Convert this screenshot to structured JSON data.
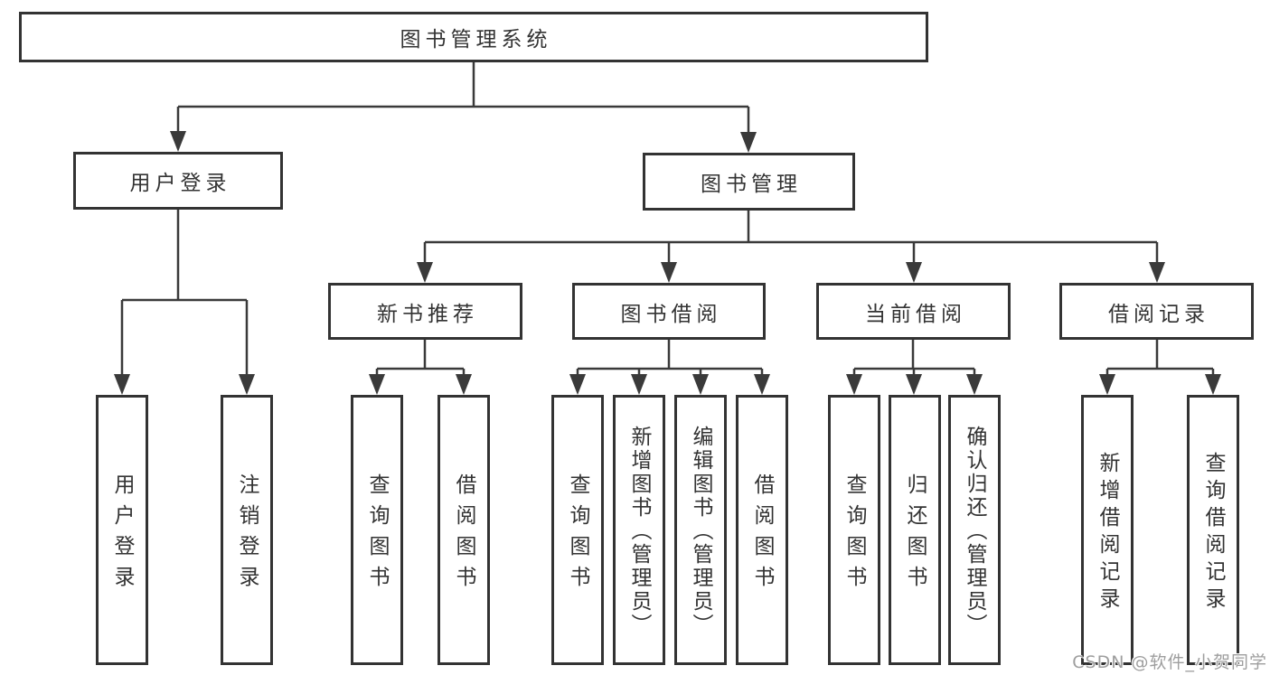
{
  "diagram": {
    "type": "tree-structure",
    "colors": {
      "line": "#3a3a3a",
      "box_border": "#333333",
      "text": "#333333",
      "background": "#ffffff",
      "watermark": "#9e9e9e"
    },
    "watermark": "CSDN @软件_小贺同学",
    "nodes": {
      "root": "图书管理系统",
      "user_login": "用户登录",
      "book_management": "图书管理",
      "new_book_recommend": "新书推荐",
      "book_borrow": "图书借阅",
      "current_borrow": "当前借阅",
      "borrow_record": "借阅记录",
      "leaf_user_login": "用户登录",
      "leaf_logout": "注销登录",
      "leaf_query_book_recommend": "查询图书",
      "leaf_borrow_book_recommend": "借阅图书",
      "leaf_query_book_borrow": "查询图书",
      "leaf_add_book_admin": "新增图书（管理员）",
      "leaf_edit_book_admin": "编辑图书（管理员）",
      "leaf_borrow_book_borrow": "借阅图书",
      "leaf_query_book_current": "查询图书",
      "leaf_return_book": "归还图书",
      "leaf_confirm_return_admin": "确认归还（管理员）",
      "leaf_add_borrow_record": "新增借阅记录",
      "leaf_query_borrow_record": "查询借阅记录"
    }
  }
}
